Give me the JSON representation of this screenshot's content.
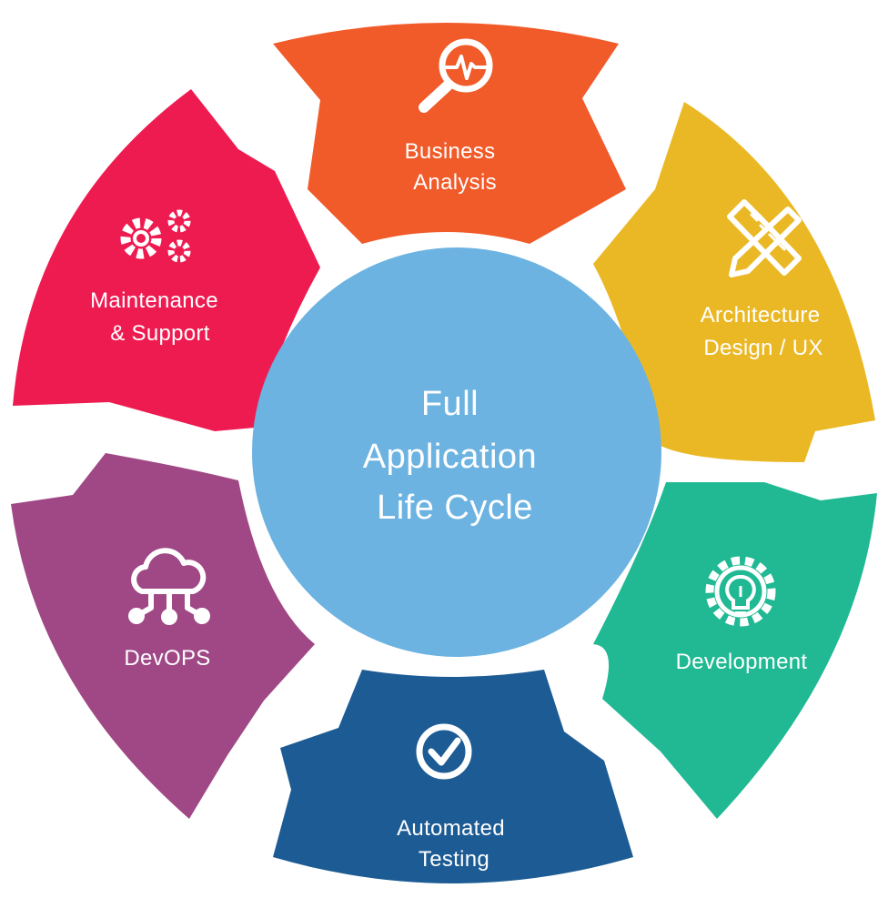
{
  "center": {
    "lines": [
      "Full",
      "Application",
      "Life Cycle"
    ],
    "color": "#6cb3e1"
  },
  "segments": [
    {
      "id": "business-analysis",
      "lines": [
        "Business",
        "Analysis"
      ],
      "color": "#f15a29",
      "icon": "magnifier-pulse-icon"
    },
    {
      "id": "architecture-design",
      "lines": [
        "Architecture",
        "Design / UX"
      ],
      "color": "#ebb825",
      "icon": "ruler-pencil-icon"
    },
    {
      "id": "development",
      "lines": [
        "Development"
      ],
      "color": "#20b993",
      "icon": "gear-lightbulb-icon"
    },
    {
      "id": "automated-testing",
      "lines": [
        "Automated",
        "Testing"
      ],
      "color": "#1c5b94",
      "icon": "check-circle-icon"
    },
    {
      "id": "devops",
      "lines": [
        "DevOPS"
      ],
      "color": "#a04886",
      "icon": "cloud-network-icon"
    },
    {
      "id": "maintenance-support",
      "lines": [
        "Maintenance",
        "& Support"
      ],
      "color": "#ee1b51",
      "icon": "gears-icon"
    }
  ]
}
